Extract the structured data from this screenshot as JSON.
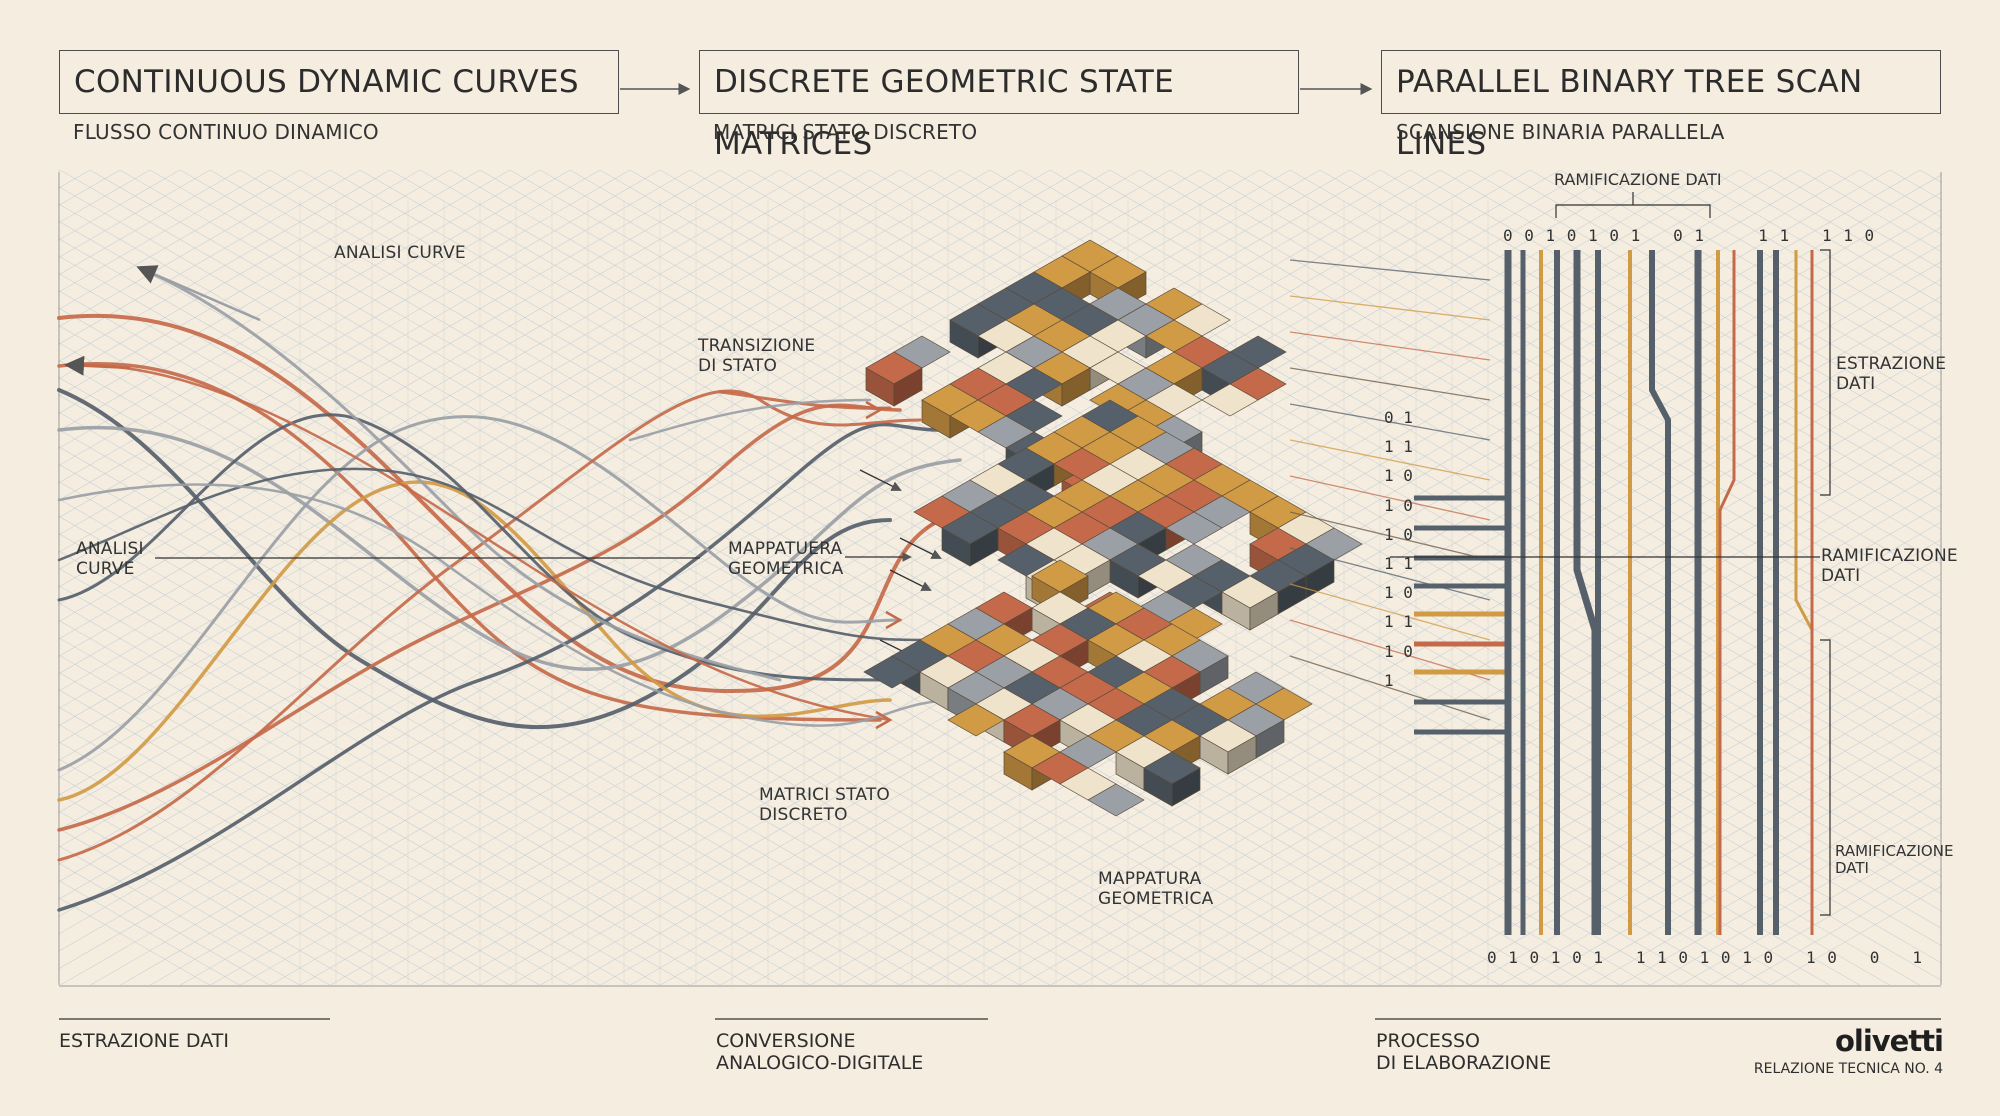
{
  "headers": [
    {
      "title": "CONTINUOUS DYNAMIC CURVES",
      "subtitle": "FLUSSO CONTINUO DINAMICO"
    },
    {
      "title": "DISCRETE GEOMETRIC STATE MATRICES",
      "subtitle": "MATRICI STATO DISCRETO"
    },
    {
      "title": "PARALLEL BINARY TREE SCAN LINES",
      "subtitle": "SCANSIONE BINARIA PARALLELA"
    }
  ],
  "labels": {
    "analisi_curve_top": "ANALISI CURVE",
    "analisi_curve_left": "ANALISI\nCURVE",
    "transizione": "TRANSIZIONE\nDI STATO",
    "mappatuera": "MAPPATUERA\nGEOMETRICA",
    "matrici": "MATRICI STATO\nDISCRETO",
    "mappatura": "MAPPATURA\nGEOMETRICA",
    "ramificazione_top": "RAMIFICAZIONE DATI",
    "estrazione_right": "ESTRAZIONE\nDATI",
    "ramificazione_mid": "RAMIFICAZIONE\nDATI",
    "ramificazione_low": "RAMIFICAZIONE\nDATI"
  },
  "bits": {
    "top": "0 0 1 0 1 0 1   0 1     1 1   1 1 0",
    "bottom": "0 1 0 1 0 1   1 1 0 1 0 1 0   1 0   0   1",
    "right_column": [
      "0 1",
      "1 1",
      "1 0",
      "1 0",
      "1 0",
      "1 1",
      "1 0",
      "1 1",
      "1 0",
      "1"
    ]
  },
  "footer": {
    "col1": "ESTRAZIONE DATI",
    "col2": "CONVERSIONE\nANALOGICO-DIGITALE",
    "col3": "PROCESSO\nDI ELABORAZIONE",
    "brand": "olivetti",
    "report": "RELAZIONE TECNICA NO. 4"
  },
  "colors": {
    "background": "#f4ede0",
    "rust": "#c46a4a",
    "slate": "#56606b",
    "ochre": "#d19a45",
    "grey": "#9aa0a6",
    "cream": "#efe3cc",
    "grid": "#bcc9d2"
  }
}
